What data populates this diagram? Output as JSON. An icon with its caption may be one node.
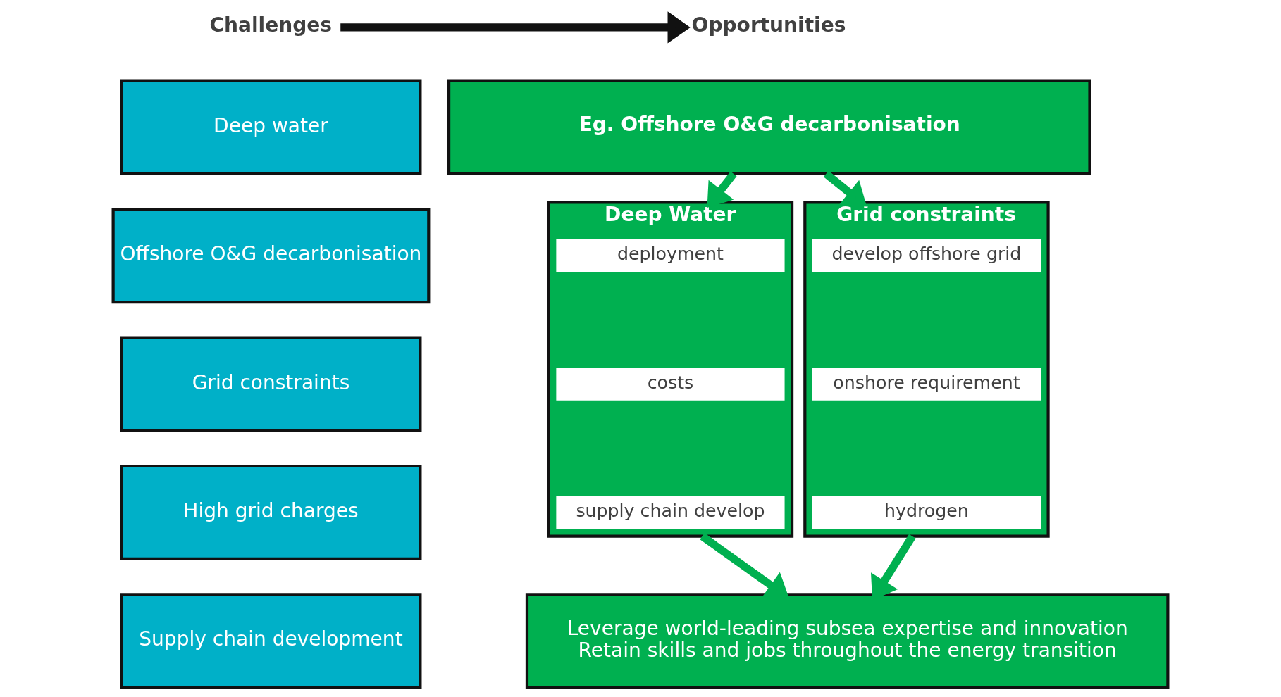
{
  "diagram": {
    "nodes": [
      {
        "text": [
          "Challenges"
        ]
      },
      {
        "text": [
          "Opportunities"
        ]
      },
      {
        "text": [
          "Deep water"
        ]
      },
      {
        "text": [
          "Offshore O&G decarbonisation"
        ]
      },
      {
        "text": [
          "Grid constraints"
        ]
      },
      {
        "text": [
          "High grid charges"
        ]
      },
      {
        "text": [
          "Supply chain development"
        ]
      },
      {
        "text": [
          "Eg. Offshore O&G decarbonisation"
        ]
      },
      {
        "text": [
          "Deep Water"
        ]
      },
      {
        "text": [
          "deployment"
        ],
        "in": 8
      },
      {
        "text": [
          "costs"
        ],
        "in": 8
      },
      {
        "text": [
          "supply chain develop"
        ],
        "in": 8
      },
      {
        "text": [
          "Grid constraints"
        ]
      },
      {
        "text": [
          "develop offshore grid"
        ],
        "in": 12
      },
      {
        "text": [
          "onshore requirement"
        ],
        "in": 12
      },
      {
        "text": [
          "hydrogen"
        ],
        "in": 12
      },
      {
        "text": [
          "Leverage world-leading subsea expertise and innovation",
          "Retain skills and jobs throughout the energy transition"
        ]
      }
    ],
    "edges": [
      {
        "from": 0,
        "to": 1,
        "arrow": "to",
        "color": "#111111"
      },
      {
        "from": 7,
        "to": 8,
        "arrow": "to"
      },
      {
        "from": 7,
        "to": 12,
        "arrow": "to"
      },
      {
        "from": 8,
        "to": 16,
        "arrow": "to"
      },
      {
        "from": 12,
        "to": 16,
        "arrow": "to"
      }
    ]
  }
}
